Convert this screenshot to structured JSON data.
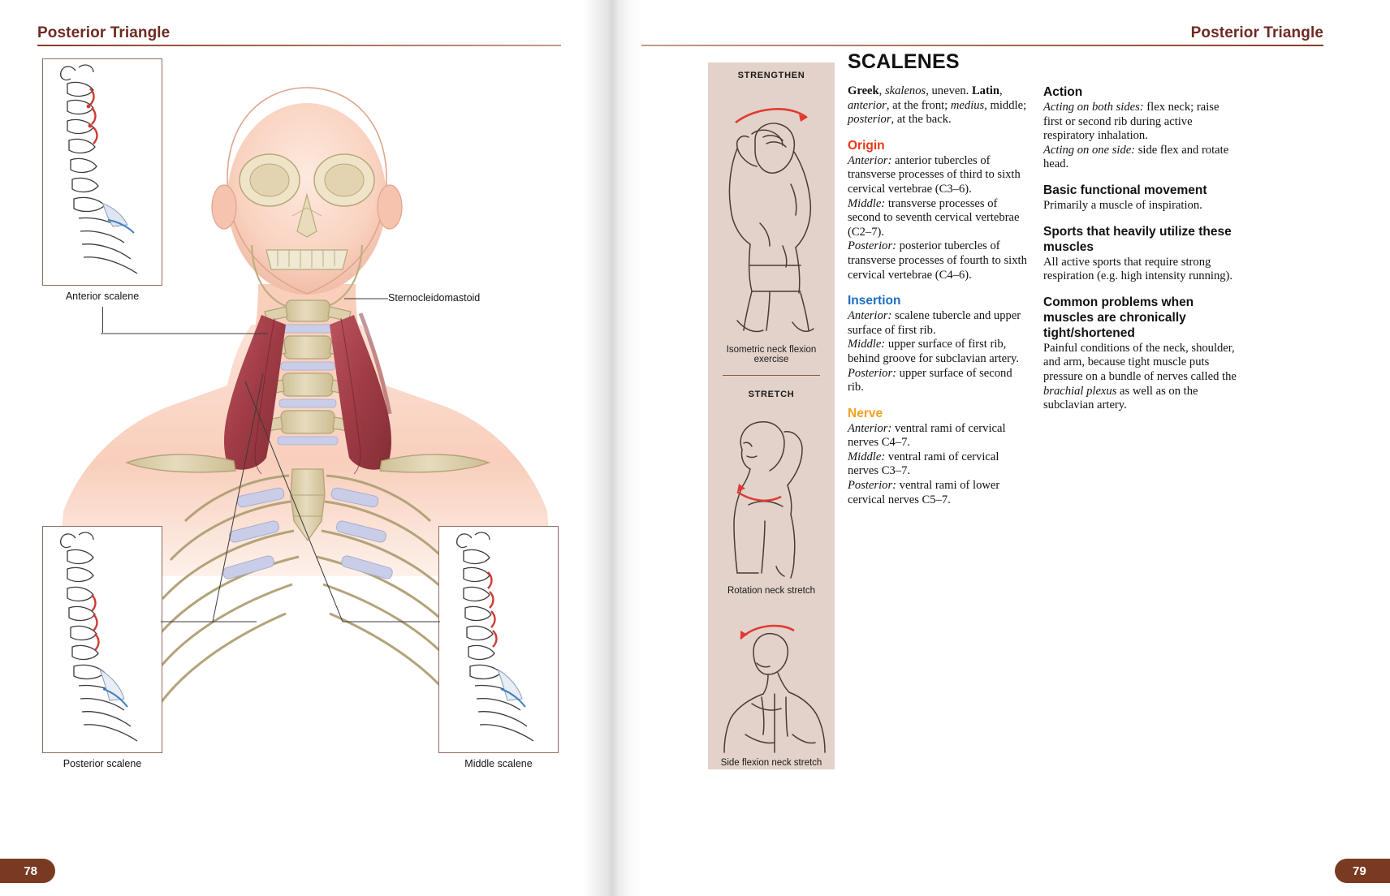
{
  "spread": {
    "left_page": {
      "running_head": "Posterior Triangle",
      "page_number": "78",
      "figure_labels": {
        "anterior_scalene": "Anterior scalene",
        "sternocleidomastoid": "Sternocleidomastoid",
        "posterior_scalene": "Posterior scalene",
        "middle_scalene": "Middle scalene"
      }
    },
    "right_page": {
      "running_head": "Posterior Triangle",
      "page_number": "79",
      "muscle_title": "SCALENES",
      "exercise_panel": {
        "strengthen_label": "STRENGTHEN",
        "strengthen_caption": "Isometric neck flexion exercise",
        "stretch_label": "STRETCH",
        "stretch_caption_1": "Rotation neck stretch",
        "stretch_caption_2": "Side flexion neck stretch",
        "panel_bg": "#e2d2c9",
        "arrow_color": "#e03a33"
      },
      "column_two": {
        "etymology": {
          "greek_label": "Greek",
          "greek_term": "skalenos",
          "greek_meaning": ", uneven. ",
          "latin_label": "Latin",
          "latin_text": ", anterior, at the front; medius, middle; posterior, at the back."
        },
        "origin": {
          "heading": "Origin",
          "color": "#e8361b",
          "anterior": "anterior tubercles of transverse processes of third to sixth cervical vertebrae (C3–6).",
          "middle": "transverse processes of second to seventh cervical vertebrae (C2–7).",
          "posterior": "posterior tubercles of transverse processes of fourth to sixth cervical vertebrae (C4–6)."
        },
        "insertion": {
          "heading": "Insertion",
          "color": "#1a6fc4",
          "anterior": "scalene tubercle and upper surface of first rib.",
          "middle": "upper surface of first rib, behind groove for subclavian artery.",
          "posterior": "upper surface of second rib."
        },
        "nerve": {
          "heading": "Nerve",
          "color": "#f0a01e",
          "anterior": "ventral rami of cervical nerves C4–7.",
          "middle": "ventral rami of cervical nerves C3–7.",
          "posterior": "ventral rami of lower cervical nerves C5–7."
        },
        "labels": {
          "anterior": "Anterior:",
          "middle": "Middle:",
          "posterior": "Posterior:"
        }
      },
      "column_three": {
        "action": {
          "heading": "Action",
          "both_sides_label": "Acting on both sides:",
          "both_sides_text": "flex neck; raise first or second rib during active respiratory inhalation.",
          "one_side_label": "Acting on one side:",
          "one_side_text": "side flex and rotate head."
        },
        "basic_movement": {
          "heading": "Basic functional movement",
          "text": "Primarily a muscle of inspiration."
        },
        "sports": {
          "heading": "Sports that heavily utilize these muscles",
          "text": "All active sports that require strong respiration (e.g. high intensity running)."
        },
        "common_problems": {
          "heading": "Common problems when muscles are chronically tight/shortened",
          "text_part1": "Painful conditions of the neck, shoulder, and arm, because tight muscle puts pressure on a bundle of nerves called the ",
          "emphasis": "brachial plexus",
          "text_part2": " as well as on the subclavian artery."
        }
      }
    }
  },
  "colors": {
    "head_maroon": "#6e2b22",
    "rule_start": "#8a3a2a",
    "rule_end": "#c79a82",
    "pill_brown": "#7a3a22",
    "muscle_red": "#9e3b44",
    "bone_tan": "#ddd0ab",
    "skin": "#f7cdbb"
  }
}
